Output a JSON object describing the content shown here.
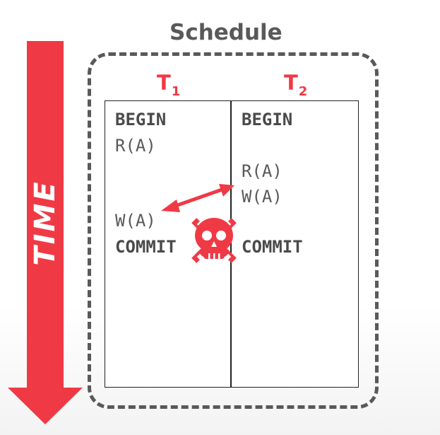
{
  "time_arrow": {
    "label": "TIME",
    "color": "#ef3a46"
  },
  "schedule": {
    "title": "Schedule",
    "title_color": "#595959",
    "frame_color": "#595959"
  },
  "transactions": [
    {
      "label": "T",
      "subscript": "1",
      "operations": [
        "BEGIN",
        "R(A)",
        "W(A)",
        "COMMIT"
      ]
    },
    {
      "label": "T",
      "subscript": "2",
      "operations": [
        "BEGIN",
        "R(A)",
        "W(A)",
        "COMMIT"
      ]
    }
  ],
  "conflict": {
    "arrow": "double-headed-arrow",
    "icon": "skull-crossbones-icon",
    "color": "#ef3a46"
  }
}
